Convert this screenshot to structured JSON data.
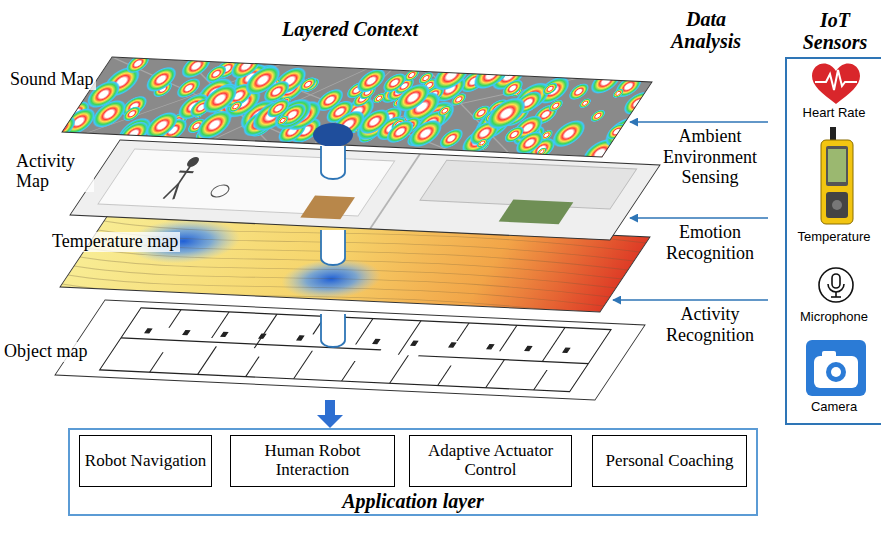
{
  "diagram": {
    "title": "Layered Context",
    "nodes": [
      {
        "text": [
          "Sound Map"
        ]
      },
      {
        "text": [
          "Activity Map"
        ]
      },
      {
        "text": [
          "Temperature map"
        ]
      },
      {
        "text": [
          "Object map"
        ]
      },
      {
        "text": [
          "Application layer"
        ]
      },
      {
        "text": [
          "Robot Navigation"
        ],
        "in": 4
      },
      {
        "text": [
          "Human Robot Interaction"
        ],
        "in": 4
      },
      {
        "text": [
          "Adaptive Actuator Control"
        ],
        "in": 4
      },
      {
        "text": [
          "Personal Coaching"
        ],
        "in": 4
      },
      {
        "text": [
          "IoT Sensors"
        ]
      }
    ],
    "edges": [
      {
        "from": 3,
        "to": 4,
        "arrow": "to"
      }
    ],
    "labels": [
      "Data Analysis",
      "Ambient Environment Sensing",
      "Emotion Recognition",
      "Activity Recognition",
      "Heart Rate",
      "Temperature",
      "Microphone",
      "Camera"
    ]
  }
}
